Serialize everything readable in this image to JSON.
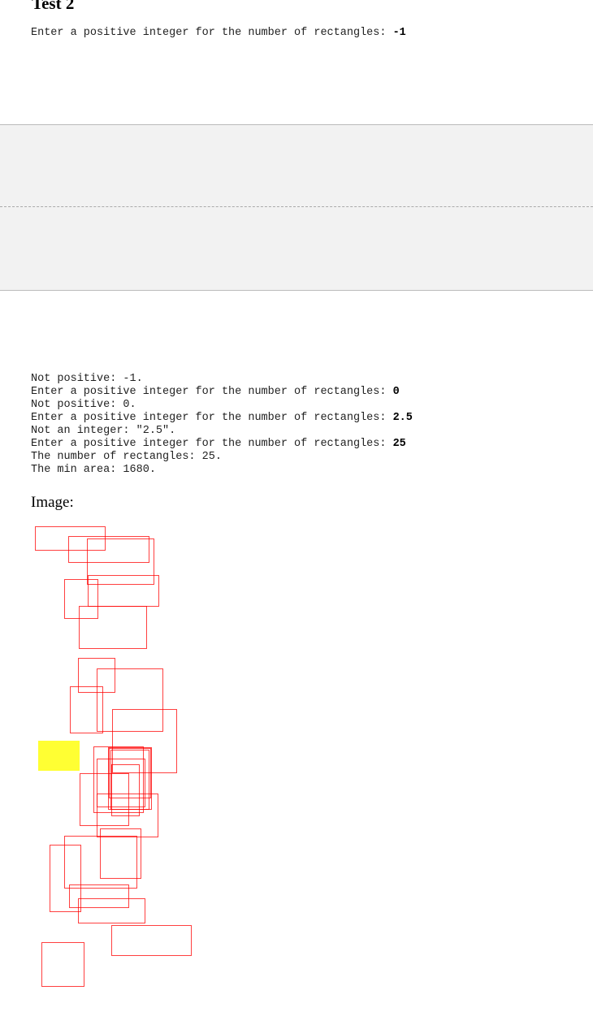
{
  "title": "Test 2",
  "first_prompt": {
    "text": "Enter a positive integer for the number of rectangles: ",
    "input": "-1"
  },
  "output_lines": [
    {
      "text": "Not positive: -1.",
      "input": ""
    },
    {
      "text": "Enter a positive integer for the number of rectangles: ",
      "input": "0"
    },
    {
      "text": "Not positive: 0.",
      "input": ""
    },
    {
      "text": "Enter a positive integer for the number of rectangles: ",
      "input": "2.5"
    },
    {
      "text": "Not an integer: \"2.5\".",
      "input": ""
    },
    {
      "text": "Enter a positive integer for the number of rectangles: ",
      "input": "25"
    },
    {
      "text": "The number of rectangles: 25.",
      "input": ""
    },
    {
      "text": "The min area: 1680.",
      "input": ""
    }
  ],
  "image_label": "Image:",
  "colors": {
    "rect_stroke": "#ff0000",
    "min_rect_fill": "#ffff33",
    "panel_bg": "#f2f2f2"
  }
}
